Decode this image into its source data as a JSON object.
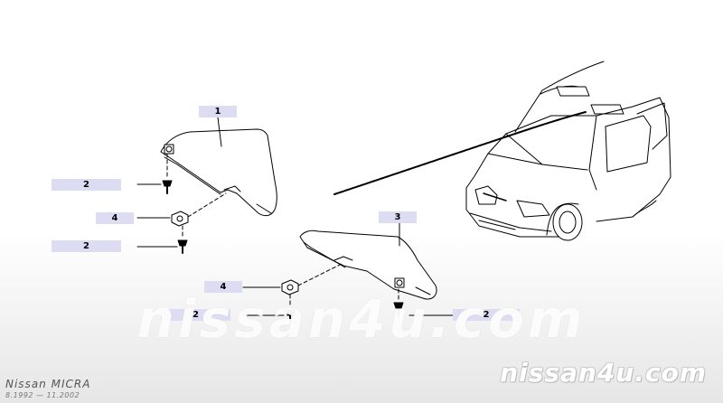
{
  "callouts": {
    "c1": "1",
    "c2a": "2",
    "c4a": "4",
    "c2b": "2",
    "c3": "3",
    "c4b": "4",
    "c2c": "2",
    "c2d": "2"
  },
  "watermark": {
    "center": "nissan4u.com",
    "corner": "nissan4u.com"
  },
  "model": {
    "name": "Nissan MICRA",
    "dates": "8.1992 — 11.2002"
  },
  "colors": {
    "callout_bg": "#dcdcf2",
    "line": "#000000"
  }
}
